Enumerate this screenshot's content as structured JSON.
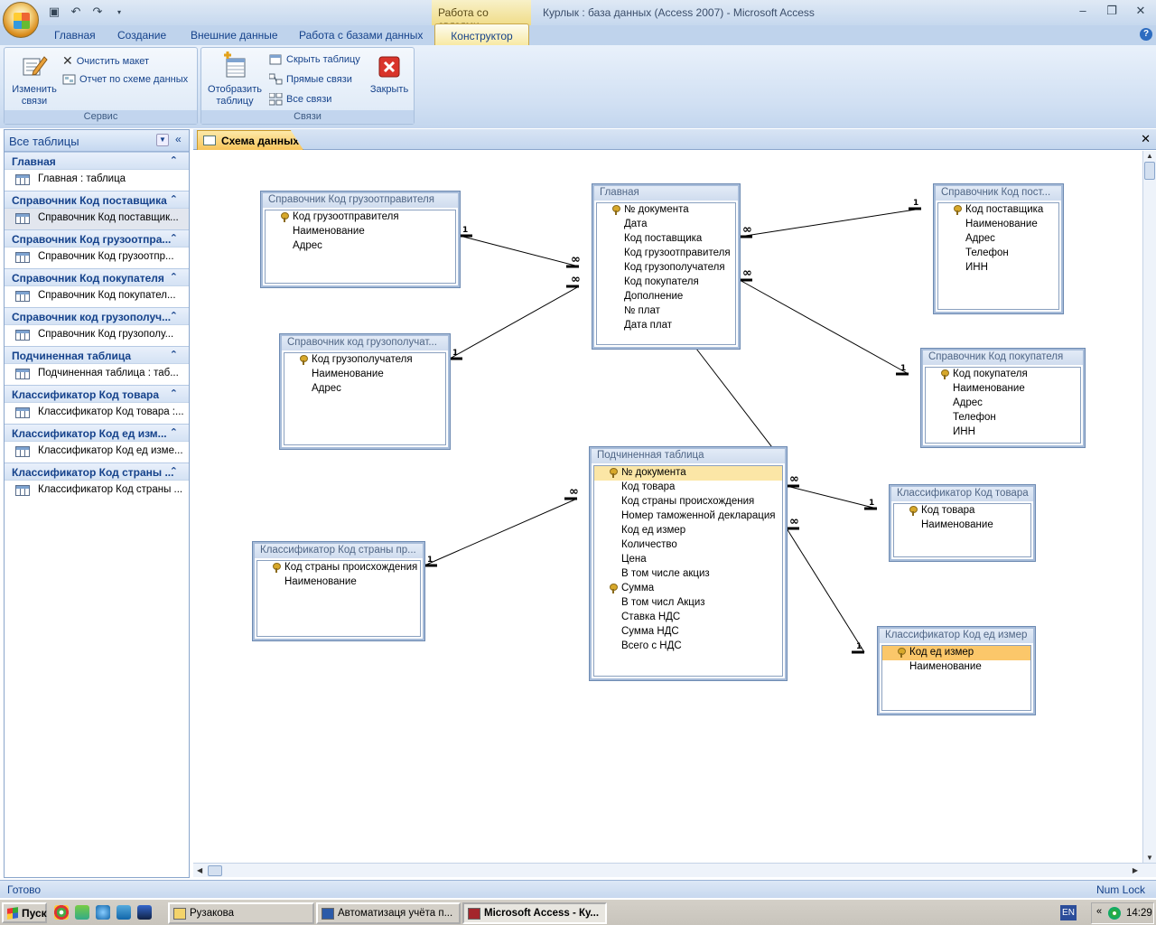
{
  "window": {
    "context_group": "Работа со связями",
    "title": "Курлык : база данных (Access 2007)",
    "app": " - Microsoft Access"
  },
  "ribbon_tabs": [
    "Главная",
    "Создание",
    "Внешние данные",
    "Работа с базами данных"
  ],
  "active_tab": "Конструктор",
  "groups": {
    "servis": {
      "label": "Сервис",
      "edit_rel_1": "Изменить",
      "edit_rel_2": "связи",
      "clear": "Очистить макет",
      "report": "Отчет по схеме данных"
    },
    "svyazi": {
      "label": "Связи",
      "show_1": "Отобразить",
      "show_2": "таблицу",
      "hide": "Скрыть таблицу",
      "direct": "Прямые связи",
      "all": "Все связи",
      "close": "Закрыть"
    }
  },
  "nav": {
    "header": "Все таблицы",
    "groups": [
      {
        "title": "Главная",
        "item": "Главная : таблица"
      },
      {
        "title": "Справочник Код поставщика",
        "item": "Справочник Код поставщик..."
      },
      {
        "title": "Справочник Код грузоотпра...",
        "item": "Справочник Код грузоотпр..."
      },
      {
        "title": "Справочник Код покупателя",
        "item": "Справочник Код покупател..."
      },
      {
        "title": "Справочник код грузополуч...",
        "item": "Справочник Код грузополу..."
      },
      {
        "title": "Подчиненная таблица",
        "item": "Подчиненная таблица : таб..."
      },
      {
        "title": "Классификатор Код товара",
        "item": "Классификатор Код товара :..."
      },
      {
        "title": "Классификатор Код ед изм...",
        "item": "Классификатор Код ед изме..."
      },
      {
        "title": "Классификатор Код страны ...",
        "item": "Классификатор Код страны ..."
      }
    ]
  },
  "doc_tab": "Схема данных",
  "tables": {
    "gruzootpr": {
      "title": "Справочник Код грузоотправителя",
      "fields": [
        "Код грузоотправителя",
        "Наименование",
        "Адрес"
      ]
    },
    "glavnaya": {
      "title": "Главная",
      "fields": [
        "№ документа",
        "Дата",
        "Код поставщика",
        "Код грузоотправителя",
        "Код грузополучателя",
        "Код покупателя",
        "Дополнение",
        "№ плат",
        "Дата плат"
      ]
    },
    "postav": {
      "title": "Справочник Код пост...",
      "fields": [
        "Код поставщика",
        "Наименование",
        "Адрес",
        "Телефон",
        "ИНН"
      ]
    },
    "gruzopol": {
      "title": "Справочник код грузополучат...",
      "fields": [
        "Код грузополучателя",
        "Наименование",
        "Адрес"
      ]
    },
    "pokup": {
      "title": "Справочник Код покупателя",
      "fields": [
        "Код покупателя",
        "Наименование",
        "Адрес",
        "Телефон",
        "ИНН"
      ]
    },
    "podch": {
      "title": "Подчиненная таблица",
      "fields": [
        "№ документа",
        "Код товара",
        "Код страны происхождения",
        "Номер таможенной декларация",
        "Код ед измер",
        "Количество",
        "Цена",
        "В том числе акциз",
        "Сумма",
        "В том числ Акциз",
        "Ставка НДС",
        "Сумма НДС",
        "Всего с НДС"
      ]
    },
    "tovar": {
      "title": "Классификатор Код товара",
      "fields": [
        "Код товара",
        "Наименование"
      ]
    },
    "strana": {
      "title": "Классификатор Код страны пр...",
      "fields": [
        "Код страны происхождения",
        "Наименование"
      ]
    },
    "edizm": {
      "title": "Классификатор Код ед измер",
      "fields": [
        "Код ед измер",
        "Наименование"
      ]
    }
  },
  "rel_labels": {
    "one": "1",
    "many": "∞"
  },
  "status": {
    "left": "Готово",
    "right": "Num Lock"
  },
  "taskbar": {
    "start": "Пуск",
    "items": [
      "Рузакова",
      "Автоматизаця учёта п...",
      "Microsoft Access - Ку..."
    ],
    "lang": "EN",
    "time": "14:29"
  }
}
